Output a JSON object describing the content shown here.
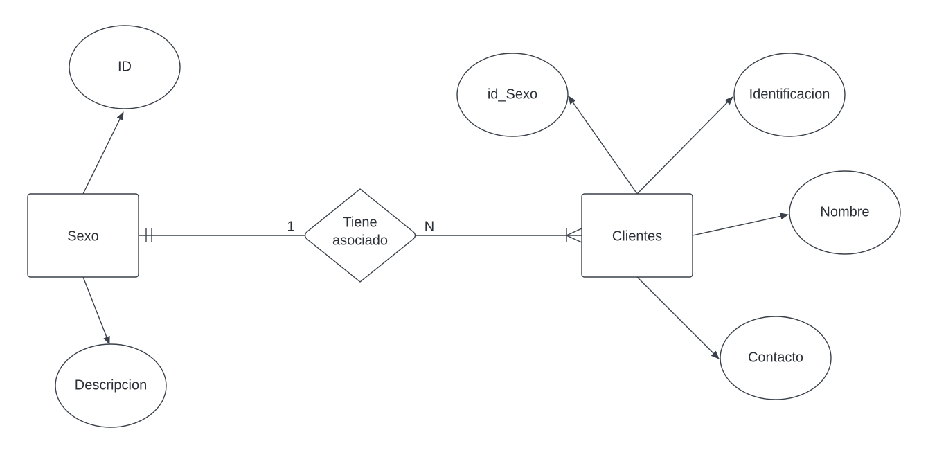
{
  "entities": {
    "sexo": "Sexo",
    "clientes": "Clientes"
  },
  "relationship": {
    "line1": "Tiene",
    "line2": "asociado"
  },
  "attributes": {
    "id": "ID",
    "descripcion": "Descripcion",
    "id_sexo": "id_Sexo",
    "identificacion": "Identificacion",
    "nombre": "Nombre",
    "contacto": "Contacto"
  },
  "cardinality": {
    "left": "1",
    "right": "N"
  },
  "colors": {
    "stroke": "#3a414a",
    "text": "#2b3038",
    "background": "#ffffff"
  }
}
